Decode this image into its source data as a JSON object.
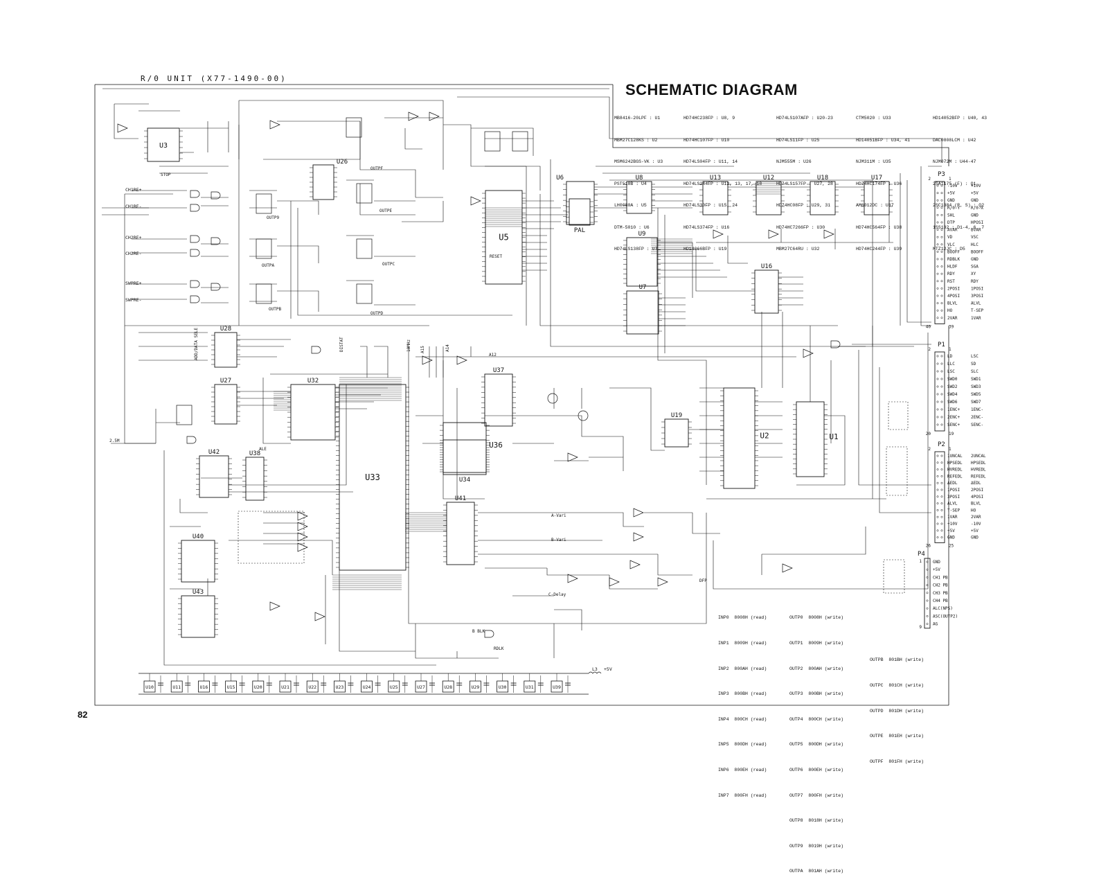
{
  "sheet": {
    "unit_label": "R/0 UNIT  (X77-1490-00)",
    "title": "SCHEMATIC DIAGRAM",
    "page_number": "82"
  },
  "parts_legend": [
    [
      "MB8416-20LPF : U1",
      "MBM27C128KS : U2",
      "MSM6242BGS-VK : U3",
      "PST518B : U4",
      "LH0080A : U5",
      "DTM-5010 : U6",
      "HD74LS138FP : U7"
    ],
    [
      "HD74HC238FP : U8, 9",
      "HD74HC107FP : U10",
      "HD74LS04FP : U11, 14",
      "HD74LS244FP : U12, 13, 17, 18",
      "HD74LS30FP : U15, 24",
      "HD74LS374FP : U16",
      "HD14066BFP : U19"
    ],
    [
      "HD74LS107AFP : U20-23",
      "HD74LS11FP : U25",
      "NJM555M : U26",
      "HD74LS157FP : U27, 28",
      "HD74HC08FP : U29, 31",
      "HD74HC7266FP : U30",
      "MBM27C64RU : U32"
    ],
    [
      "CTM5020 : U33",
      "HD14051BFP : U34, 41",
      "NJM311M : U35",
      "HD74HC174FP : U36",
      "AM6012DC : U37",
      "HD74HC564FP : U38",
      "HD74HC244FP : U39"
    ],
    [
      "HD14052BFP : U40, 43",
      "DAC0808LCM : U42",
      "NJM072M : U44-47",
      "2SA1175 (F) : Q1",
      "2SC1384 (R, S) : Q2",
      "1SS132 : D1-4, 6, 7",
      "MTZ12JC : D5"
    ]
  ],
  "ics": [
    {
      "ref": "U3"
    },
    {
      "ref": "U5"
    },
    {
      "ref": "U26"
    },
    {
      "ref": "U6"
    },
    {
      "ref": "PAL"
    },
    {
      "ref": "U8"
    },
    {
      "ref": "U9"
    },
    {
      "ref": "U7"
    },
    {
      "ref": "U13"
    },
    {
      "ref": "U12"
    },
    {
      "ref": "U18"
    },
    {
      "ref": "U17"
    },
    {
      "ref": "U16"
    },
    {
      "ref": "U2"
    },
    {
      "ref": "U1"
    },
    {
      "ref": "U19"
    },
    {
      "ref": "U33"
    },
    {
      "ref": "U37"
    },
    {
      "ref": "U36"
    },
    {
      "ref": "U34"
    },
    {
      "ref": "U41"
    },
    {
      "ref": "U32"
    },
    {
      "ref": "U28"
    },
    {
      "ref": "U27"
    },
    {
      "ref": "U42"
    },
    {
      "ref": "U38"
    },
    {
      "ref": "U40"
    },
    {
      "ref": "U43"
    }
  ],
  "bus_labels": [
    "OUTPF",
    "OUTPE",
    "OUTP9",
    "OUTPA",
    "OUTPC",
    "OUTPB",
    "OUTPD",
    "DISTAT",
    "10MHz",
    "A15",
    "A14",
    "A12",
    "ADD/DATA SELE",
    "ALE",
    "RESET",
    "2.5M",
    "B-Vari",
    "A-Vari",
    "C-Delay",
    "DFP",
    "RDLK",
    "B BLK",
    "STOP"
  ],
  "left_signals": [
    "CH1RE+",
    "CH1RE-",
    "CH2RE+",
    "CH2RE-",
    "SWPRE+",
    "SWPRE-"
  ],
  "connectors": {
    "P3": {
      "label": "P3",
      "rows": [
        [
          "-10V",
          "+10V"
        ],
        [
          "+5V",
          "+5V"
        ],
        [
          "GND",
          "GND"
        ],
        [
          "R/0-Y",
          "R/0-X"
        ],
        [
          "SHL",
          "GND"
        ],
        [
          "DTP",
          "HPOSI"
        ],
        [
          "AVAR",
          "BVAR"
        ],
        [
          "VD",
          "VSC"
        ],
        [
          "VLC",
          "HLC"
        ],
        [
          "BOOFF",
          "BOOFF"
        ],
        [
          "RDBLK",
          "GND"
        ],
        [
          "HLDF",
          "SGA"
        ],
        [
          "RDY",
          "XY"
        ],
        [
          "RST",
          "RDY"
        ],
        [
          "2POSI",
          "1POSI"
        ],
        [
          "4POSI",
          "3POSI"
        ],
        [
          "BLVL",
          "ALVL"
        ],
        [
          "HO",
          "T-SEP"
        ],
        [
          "2VAR",
          "1VAR"
        ]
      ],
      "pin_labels": [
        "2",
        "1",
        "40",
        "39"
      ]
    },
    "P1": {
      "label": "P1",
      "rows": [
        [
          "LD",
          "LSC"
        ],
        [
          "LLC",
          "SD"
        ],
        [
          "LSC",
          "SLC"
        ],
        [
          "SWD0",
          "SWD1"
        ],
        [
          "SWD2",
          "SWD3"
        ],
        [
          "SWD4",
          "SWD5"
        ],
        [
          "SWD6",
          "SWD7"
        ],
        [
          "1ENC+",
          "1ENC-"
        ],
        [
          "2ENC+",
          "2ENC-"
        ],
        [
          "SENC+",
          "SENC-"
        ]
      ],
      "pin_labels": [
        "2",
        "1",
        "20",
        "19"
      ]
    },
    "P2": {
      "label": "P2",
      "rows": [
        [
          "1UNCAL",
          "2UNCAL"
        ],
        [
          "HPSEDL",
          "HPSEDL"
        ],
        [
          "HVREDL",
          "HVREDL"
        ],
        [
          "REFEDL",
          "REFEDL"
        ],
        [
          "ΔEDL",
          "ΔEDL"
        ],
        [
          "1POSI",
          "2POSI"
        ],
        [
          "3POSI",
          "4POSI"
        ],
        [
          "ALVL",
          "BLVL"
        ],
        [
          "T-SEP",
          "HO"
        ],
        [
          "1VAR",
          "2VAR"
        ],
        [
          "+10V",
          "-10V"
        ],
        [
          "+5V",
          "+5V"
        ],
        [
          "GND",
          "GND"
        ]
      ],
      "pin_labels": [
        "2",
        "1",
        "26",
        "25"
      ]
    },
    "P4": {
      "label": "P4",
      "pins": [
        "GND",
        "+5V",
        "CH1 PB",
        "CH2 PB",
        "CH3 PB",
        "CH4 PB",
        "ALC(NPS)",
        "ASC(OUTP2)",
        "AG"
      ],
      "pin_labels": [
        "1",
        "9"
      ]
    }
  },
  "io_map": {
    "inputs": [
      [
        "INP0",
        "8008H (read)"
      ],
      [
        "INP1",
        "8009H (read)"
      ],
      [
        "INP2",
        "800AH (read)"
      ],
      [
        "INP3",
        "800BH (read)"
      ],
      [
        "INP4",
        "800CH (read)"
      ],
      [
        "INP5",
        "800DH (read)"
      ],
      [
        "INP6",
        "800EH (read)"
      ],
      [
        "INP7",
        "800FH (read)"
      ]
    ],
    "outputs_1": [
      [
        "OUTP0",
        "8008H (write)"
      ],
      [
        "OUTP1",
        "8009H (write)"
      ],
      [
        "OUTP2",
        "800AH (write)"
      ],
      [
        "OUTP3",
        "800BH (write)"
      ],
      [
        "OUTP4",
        "800CH (write)"
      ],
      [
        "OUTP5",
        "800DH (write)"
      ],
      [
        "OUTP6",
        "800EH (write)"
      ],
      [
        "OUTP7",
        "800FH (write)"
      ],
      [
        "OUTP8",
        "8018H (write)"
      ],
      [
        "OUTP9",
        "8019H (write)"
      ],
      [
        "OUTPA",
        "801AH (write)"
      ]
    ],
    "outputs_2": [
      [
        "OUTPB",
        "801BH (write)"
      ],
      [
        "OUTPC",
        "801CH (write)"
      ],
      [
        "OUTPD",
        "801DH (write)"
      ],
      [
        "OUTPE",
        "801EH (write)"
      ],
      [
        "OUTPF",
        "801FH (write)"
      ]
    ]
  },
  "decoupling_row": [
    "U10",
    "U11",
    "U16",
    "U15",
    "U20",
    "U21",
    "U22",
    "U23",
    "U24",
    "U25",
    "U27",
    "U28",
    "U29",
    "U30",
    "U31",
    "U39"
  ],
  "decoupling_extra": [
    "L3",
    "+5V"
  ]
}
